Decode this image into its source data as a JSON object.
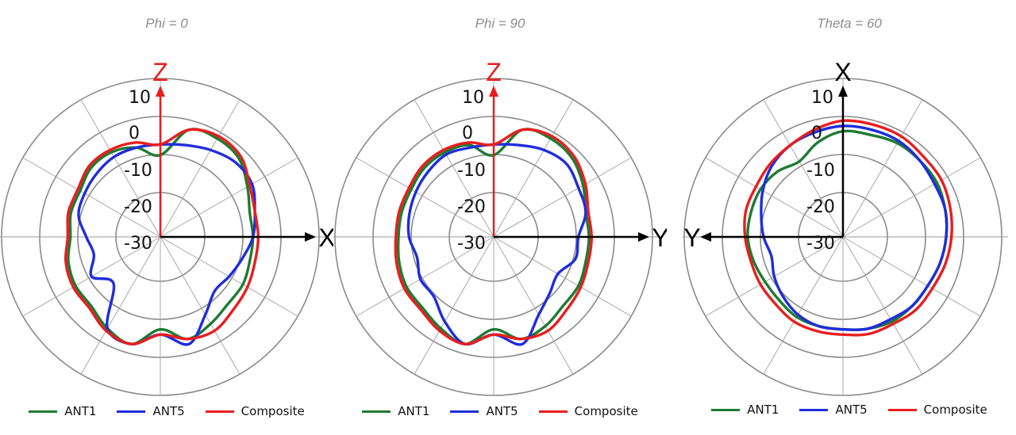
{
  "chart_data": [
    {
      "type": "polar",
      "title": "Phi = 0",
      "radial_ticks": [
        "10",
        "0",
        "-10",
        "-20",
        "-30"
      ],
      "rlim": [
        -40,
        20
      ],
      "axes": {
        "vertical": "Z",
        "horizontal": "X",
        "horizontal_side": "right",
        "vertical_color": "#e81e1e",
        "horizontal_color": "#000000"
      },
      "angles_deg": [
        0,
        15,
        30,
        45,
        60,
        75,
        90,
        105,
        120,
        135,
        150,
        165,
        180,
        195,
        210,
        225,
        240,
        255,
        270,
        285,
        300,
        315,
        330,
        345
      ],
      "series": [
        {
          "name": "ANT1",
          "color": "#1e7b32",
          "values": [
            -9,
            2,
            3,
            2,
            -2,
            -5,
            -5,
            -5,
            -4,
            -4,
            -2,
            0,
            -5,
            2,
            0,
            -3,
            -3,
            -4,
            -6,
            -5,
            -5,
            -3,
            -3,
            -5
          ]
        },
        {
          "name": "ANT5",
          "color": "#1f2ddc",
          "values": [
            -5,
            -4,
            -2,
            0,
            0,
            -3,
            -5,
            -8,
            -10,
            -11,
            -6,
            2,
            -3,
            2,
            0,
            -15,
            -10,
            -14,
            -12,
            -8,
            -7,
            -6,
            -5,
            -5
          ]
        },
        {
          "name": "Composite",
          "color": "#e81e1e",
          "values": [
            -5,
            2,
            4,
            3,
            -1,
            -3,
            -3,
            -3,
            -2,
            -1,
            1,
            0,
            -3,
            2,
            1,
            -2,
            -2,
            -3,
            -5,
            -4,
            -4,
            -2,
            -2,
            -3
          ]
        }
      ],
      "legend": {
        "position": "bottom"
      }
    },
    {
      "type": "polar",
      "title": "Phi = 90",
      "radial_ticks": [
        "10",
        "0",
        "-10",
        "-20",
        "-30"
      ],
      "rlim": [
        -40,
        20
      ],
      "axes": {
        "vertical": "Z",
        "horizontal": "Y",
        "horizontal_side": "right",
        "vertical_color": "#e81e1e",
        "horizontal_color": "#000000"
      },
      "angles_deg": [
        0,
        15,
        30,
        45,
        60,
        75,
        90,
        105,
        120,
        135,
        150,
        165,
        180,
        195,
        210,
        225,
        240,
        255,
        270,
        285,
        300,
        315,
        330,
        345
      ],
      "series": [
        {
          "name": "ANT1",
          "color": "#1e7b32",
          "values": [
            -9,
            2,
            3,
            2,
            -1,
            -4,
            -4,
            -4,
            -3,
            -3,
            -1,
            0,
            -5,
            2,
            0,
            -2,
            -2,
            -3,
            -4,
            -4,
            -4,
            -3,
            -3,
            -4
          ]
        },
        {
          "name": "ANT5",
          "color": "#1f2ddc",
          "values": [
            -5,
            -4,
            -2,
            -1,
            -3,
            -4,
            -8,
            -8,
            -12,
            -10,
            -6,
            2,
            -3,
            2,
            -3,
            -8,
            -8,
            -10,
            -8,
            -7,
            -6,
            -5,
            -4,
            -5
          ]
        },
        {
          "name": "Composite",
          "color": "#e81e1e",
          "values": [
            -5,
            2,
            4,
            3,
            0,
            -3,
            -3,
            -3,
            -2,
            -1,
            1,
            0,
            -3,
            2,
            1,
            -1,
            -1,
            -2,
            -3,
            -3,
            -3,
            -2,
            -2,
            -3
          ]
        }
      ],
      "legend": {
        "position": "bottom"
      }
    },
    {
      "type": "polar",
      "title": "Theta = 60",
      "radial_ticks": [
        "10",
        "0",
        "-10",
        "-20",
        "-30"
      ],
      "rlim": [
        -40,
        20
      ],
      "axes": {
        "vertical": "X",
        "horizontal": "Y",
        "horizontal_side": "left",
        "vertical_color": "#000000",
        "horizontal_color": "#000000"
      },
      "angles_deg": [
        0,
        15,
        30,
        45,
        60,
        75,
        90,
        105,
        120,
        135,
        150,
        165,
        180,
        195,
        210,
        225,
        240,
        255,
        270,
        285,
        300,
        315,
        330,
        345
      ],
      "series": [
        {
          "name": "ANT1",
          "color": "#1e7b32",
          "values": [
            0,
            0,
            1,
            1,
            1,
            0,
            -1,
            -2,
            -3,
            -3,
            -3,
            -4,
            -5,
            -5,
            -5,
            -6,
            -6,
            -5,
            -4,
            -4,
            -4,
            -5,
            -7,
            -3
          ]
        },
        {
          "name": "ANT5",
          "color": "#1f2ddc",
          "values": [
            2,
            2,
            2,
            1,
            0,
            0,
            -1,
            -2,
            -3,
            -3,
            -4,
            -4,
            -5,
            -5,
            -6,
            -8,
            -10,
            -12,
            -10,
            -8,
            -5,
            -2,
            0,
            1
          ]
        },
        {
          "name": "Composite",
          "color": "#e81e1e",
          "values": [
            4,
            4,
            4,
            3,
            3,
            2,
            1,
            0,
            -1,
            -1,
            -2,
            -2,
            -3,
            -3,
            -3,
            -4,
            -4,
            -4,
            -3,
            -2,
            -2,
            -1,
            0,
            2
          ]
        }
      ],
      "legend": {
        "position": "bottom"
      }
    }
  ]
}
